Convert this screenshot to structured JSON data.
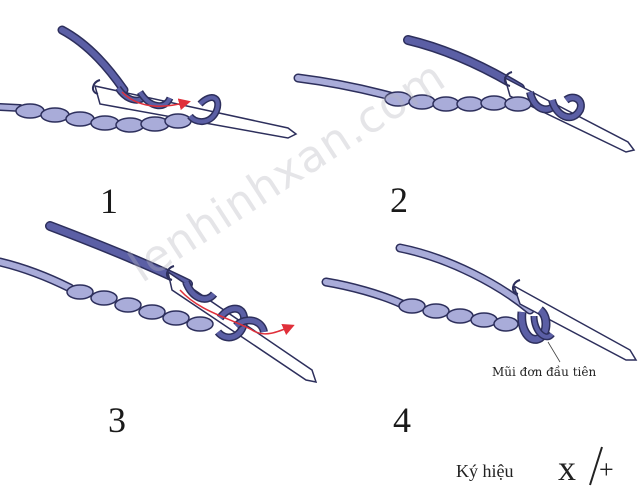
{
  "steps": [
    {
      "number": "1"
    },
    {
      "number": "2"
    },
    {
      "number": "3"
    },
    {
      "number": "4"
    }
  ],
  "caption": "Mũi đơn đầu tiên",
  "symbol": {
    "label": "Ký hiệu",
    "x_symbol": "x",
    "slash": "/",
    "plus_symbol": "+"
  },
  "watermark": "lenhinhxan.com",
  "colors": {
    "yarn_dark": "#5b5fa5",
    "yarn_light": "#a9acd9",
    "outline": "#2d2f5c",
    "hook": "#ffffff",
    "arrow": "#e0303a"
  }
}
